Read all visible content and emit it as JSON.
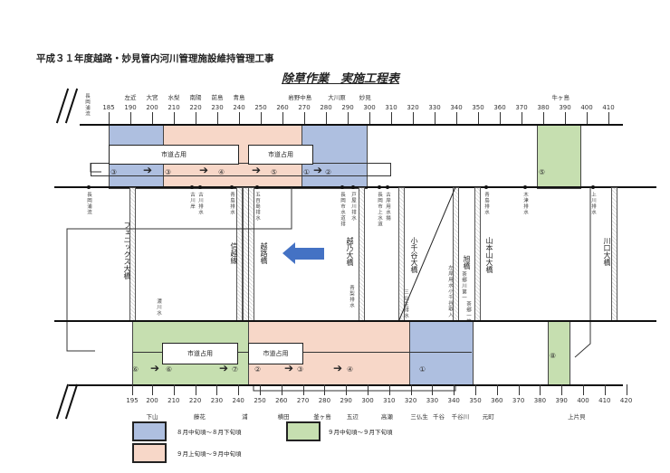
{
  "doc_title": "平成３１年度越路・妙見管内河川管理施設維持管理工事",
  "schedule_title": "除草作業　実施工程表",
  "top_axis": {
    "ticks": [
      "185",
      "190",
      "200",
      "210",
      "220",
      "230",
      "240",
      "250",
      "260",
      "270",
      "280",
      "290",
      "300",
      "310",
      "320",
      "330",
      "340",
      "350",
      "360",
      "370",
      "380",
      "390",
      "400",
      "410"
    ],
    "places": [
      {
        "name": "左近",
        "at": 190
      },
      {
        "name": "大宮",
        "at": 200
      },
      {
        "name": "水梨",
        "at": 210
      },
      {
        "name": "南陽",
        "at": 220
      },
      {
        "name": "前島",
        "at": 230
      },
      {
        "name": "青島",
        "at": 240
      },
      {
        "name": "岩野中島",
        "at": 268
      },
      {
        "name": "大川原",
        "at": 285
      },
      {
        "name": "妙見",
        "at": 298
      },
      {
        "name": "牛ヶ島",
        "at": 388
      }
    ],
    "start_label": "長岡浦流"
  },
  "bottom_axis": {
    "ticks": [
      "195",
      "200",
      "210",
      "220",
      "230",
      "240",
      "250",
      "260",
      "270",
      "280",
      "290",
      "300",
      "310",
      "320",
      "330",
      "340",
      "350",
      "360",
      "370",
      "380",
      "390",
      "400",
      "410",
      "420"
    ],
    "places": [
      {
        "name": "下山",
        "at": 200
      },
      {
        "name": "藤花",
        "at": 222
      },
      {
        "name": "浦",
        "at": 243
      },
      {
        "name": "横田",
        "at": 261
      },
      {
        "name": "釜ヶ島",
        "at": 279
      },
      {
        "name": "五辺",
        "at": 293
      },
      {
        "name": "高瀬",
        "at": 309
      },
      {
        "name": "三仏生",
        "at": 324
      },
      {
        "name": "千谷",
        "at": 333
      },
      {
        "name": "千谷川",
        "at": 343
      },
      {
        "name": "元町",
        "at": 356
      },
      {
        "name": "上片貝",
        "at": 397
      }
    ]
  },
  "road_label": "市道占用",
  "top_sections": [
    "③",
    "③",
    "④",
    "⑤",
    "①",
    "②",
    "⑤"
  ],
  "bottom_sections": [
    "⑥",
    "⑥",
    "⑦",
    "②",
    "③",
    "④",
    "①",
    "⑧"
  ],
  "outfalls": [
    "長岡浦流",
    "古川岸",
    "古川排水",
    "青島排水",
    "五百島排水",
    "長岡市水道排",
    "戸屋川排水",
    "長岡市上水道",
    "古岸用水揚",
    "青島排水",
    "木津排水",
    "上川排水",
    "濃川水",
    "青梨排水",
    "三仏生排水",
    "左岸用水小千谷取入",
    "茶郷川第一",
    "茶郷一第二"
  ],
  "bridges": [
    "フェニックス大橋",
    "信越線",
    "越路橋",
    "越乃大橋",
    "小千谷大橋",
    "旭橋",
    "山本山大橋",
    "川口大橋"
  ],
  "legend": [
    {
      "label": "８月中旬頃～８月下旬頃",
      "color": "#aebfe0"
    },
    {
      "label": "９月中旬頃～９月下旬頃",
      "color": "#c6dfb0"
    },
    {
      "label": "９月上旬頃～９月中旬頃",
      "color": "#f7d7c8"
    }
  ]
}
